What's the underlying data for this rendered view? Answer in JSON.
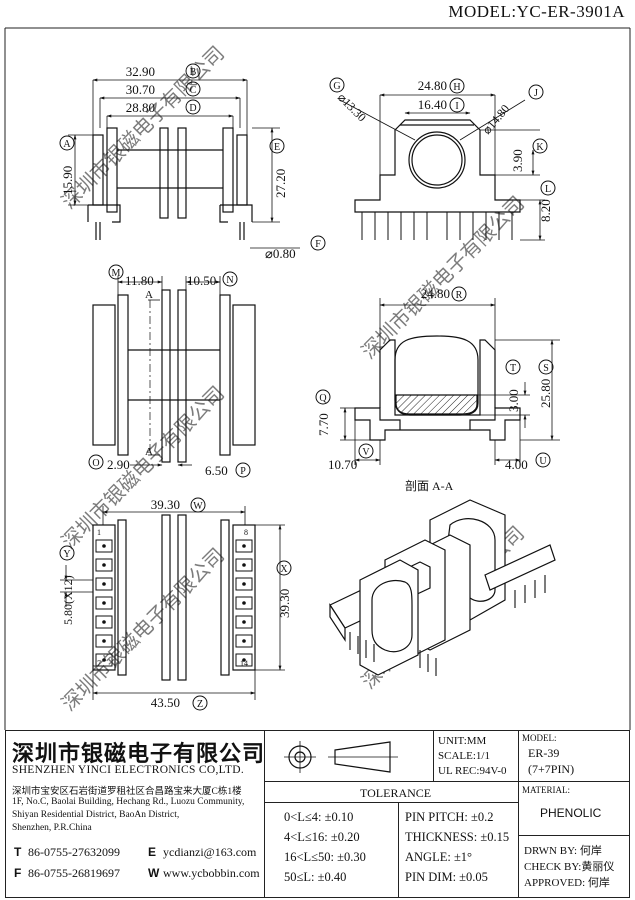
{
  "header": {
    "model": "MODEL:YC-ER-3901A"
  },
  "watermark": "深圳市银磁电子有限公司",
  "dimensions": {
    "B": {
      "value": "32.90",
      "tag": "B"
    },
    "C": {
      "value": "30.70",
      "tag": "C"
    },
    "D": {
      "value": "28.80",
      "tag": "D"
    },
    "A": {
      "value": "15.90",
      "tag": "A"
    },
    "E": {
      "value": "27.20",
      "tag": "E"
    },
    "F": {
      "value": "⌀0.80",
      "tag": "F"
    },
    "G": {
      "value": "⌀13.30",
      "tag": "G"
    },
    "H": {
      "value": "24.80",
      "tag": "H"
    },
    "I": {
      "value": "16.40",
      "tag": "I"
    },
    "J": {
      "value": "⌀14.80",
      "tag": "J"
    },
    "K": {
      "value": "3.90",
      "tag": "K"
    },
    "L": {
      "value": "8.20",
      "tag": "L"
    },
    "M": {
      "value": "11.80",
      "tag": "M"
    },
    "N": {
      "value": "10.50",
      "tag": "N"
    },
    "O": {
      "value": "2.90",
      "tag": "O"
    },
    "P": {
      "value": "6.50",
      "tag": "P"
    },
    "Q": {
      "value": "7.70",
      "tag": "Q"
    },
    "R": {
      "value": "24.80",
      "tag": "R"
    },
    "S": {
      "value": "25.80",
      "tag": "S"
    },
    "T": {
      "value": "3.00",
      "tag": "T"
    },
    "U": {
      "value": "4.00",
      "tag": "U"
    },
    "V": {
      "value": "10.70",
      "tag": "V"
    },
    "W": {
      "value": "39.30",
      "tag": "W"
    },
    "X": {
      "value": "39.30",
      "tag": "X"
    },
    "Y": {
      "value": "5.80(X12)",
      "tag": "Y"
    },
    "Z": {
      "value": "43.50",
      "tag": "Z"
    }
  },
  "section_markers": {
    "a": "A",
    "section_label": "剖面 A-A"
  },
  "pin_numbers": {
    "p1": "1",
    "p7": "7",
    "p8": "8",
    "p14": "14"
  },
  "title_block": {
    "company_cn": "深圳市银磁电子有限公司",
    "company_en": "SHENZHEN YINCI ELECTRONICS CO,LTD.",
    "address_cn": "深圳市宝安区石岩街道罗租社区合昌路宝来大厦C栋1楼",
    "address_en_1": "1F, No.C, Baolai Building, Hechang Rd., Luozu Community,",
    "address_en_2": "Shiyan Residential District, BaoAn District,",
    "address_en_3": "Shenzhen, P.R.China",
    "tel_label": "T",
    "tel": "86-0755-27632099",
    "email_label": "E",
    "email": "ycdianzi@163.com",
    "fax_label": "F",
    "fax": "86-0755-26819697",
    "web_label": "W",
    "web": "www.ycbobbin.com",
    "unit": "UNIT:MM",
    "scale": "SCALE:1/1",
    "ul_rec": "UL REC:94V-0",
    "model_label": "MODEL:",
    "model_1": "ER-39",
    "model_2": "(7+7PIN)",
    "tolerance_title": "TOLERANCE",
    "tol_1": "0<L≤4: ±0.10",
    "tol_2": "4<L≤16: ±0.20",
    "tol_3": "16<L≤50: ±0.30",
    "tol_4": "50≤L: ±0.40",
    "tol_5": "PIN PITCH: ±0.2",
    "tol_6": "THICKNESS: ±0.15",
    "tol_7": "ANGLE: ±1°",
    "tol_8": "PIN DIM: ±0.05",
    "material_label": "MATERIAL:",
    "material": "PHENOLIC",
    "drawn": "DRWN BY: 何岸",
    "check": "CHECK BY:黄丽仪",
    "approved": "APPROVED: 何岸"
  }
}
